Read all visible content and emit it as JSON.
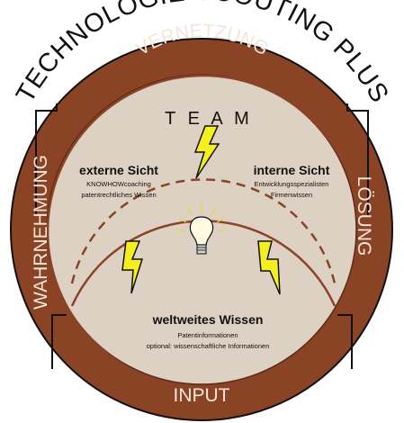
{
  "title": "TECHNOLOGIE-SCOUTING PLUS",
  "ring": {
    "top": "VERNETZUNG",
    "left": "WAHRNEHMUNG",
    "right": "LÖSUNG",
    "bottom": "INPUT"
  },
  "team": "T E A M",
  "external": {
    "heading": "externe Sicht",
    "line1": "KNOWHOWcoaching",
    "line2": "patentrechtliches Wissen"
  },
  "internal": {
    "heading": "interne Sicht",
    "line1": "Entwicklungsspezialisten",
    "line2": "Firmenwissen"
  },
  "global": {
    "heading": "weltweites Wissen",
    "line1": "Patentinformationen",
    "line2": "optional: wissenschaftliche Informationen"
  },
  "icons": [
    "lightning-icon",
    "lightning-icon",
    "lightning-icon",
    "lightbulb-icon"
  ],
  "colors": {
    "ring": "#8b4326",
    "inner": "#ddd1c4",
    "ringText": "#f2e6da",
    "lightning": "#f6ef1f",
    "dark": "#111111"
  }
}
